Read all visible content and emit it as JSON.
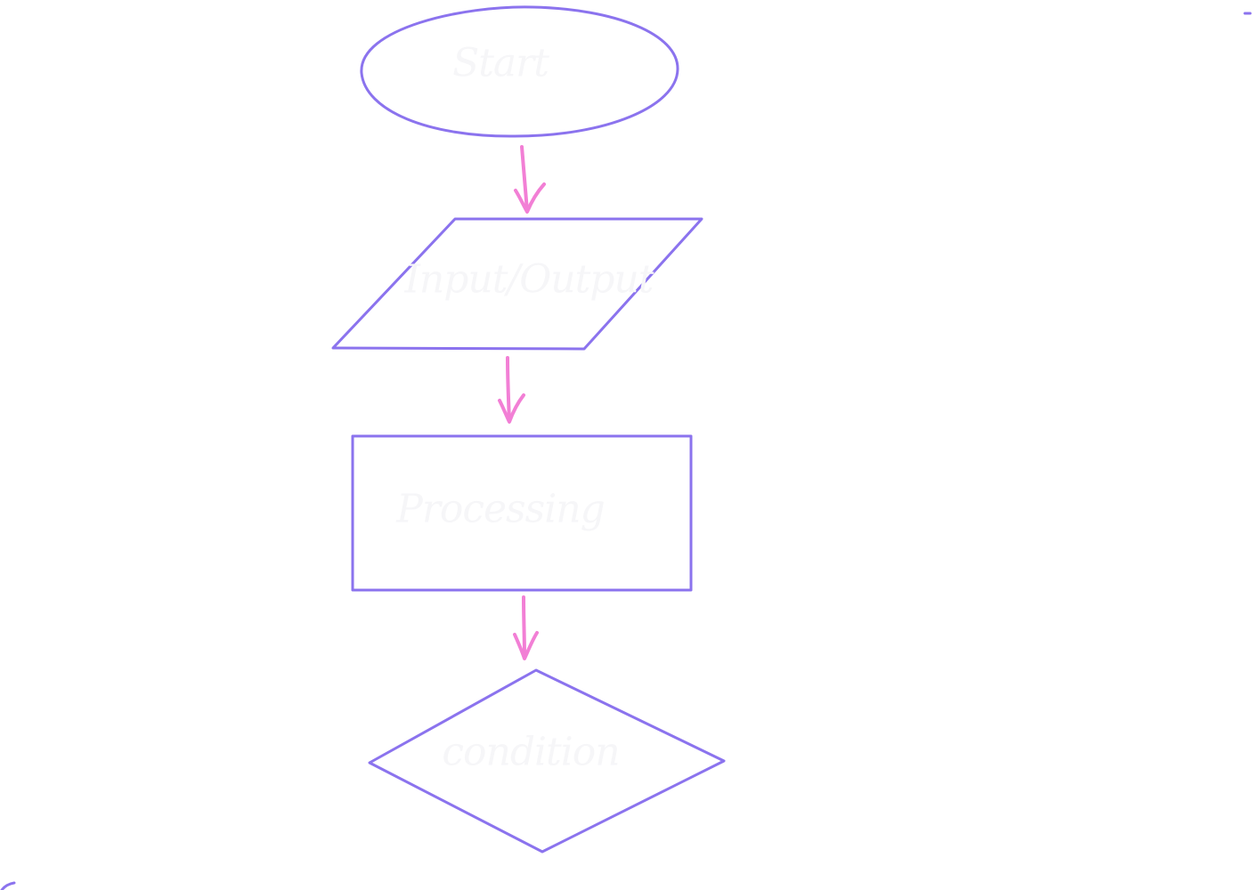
{
  "diagram": {
    "nodes": [
      {
        "id": "start",
        "shape": "terminator",
        "label": "Start"
      },
      {
        "id": "io",
        "shape": "parallelogram",
        "label": "Input/Output"
      },
      {
        "id": "process",
        "shape": "rectangle",
        "label": "Processing"
      },
      {
        "id": "decision",
        "shape": "diamond",
        "label": "condition"
      }
    ],
    "edges": [
      {
        "from": "start",
        "to": "io"
      },
      {
        "from": "io",
        "to": "process"
      },
      {
        "from": "process",
        "to": "decision"
      }
    ]
  },
  "colors": {
    "shape_stroke": "#8b73ee",
    "arrow_stroke": "#f27fd5",
    "label": "#f6f6f8",
    "background": "#ffffff"
  }
}
